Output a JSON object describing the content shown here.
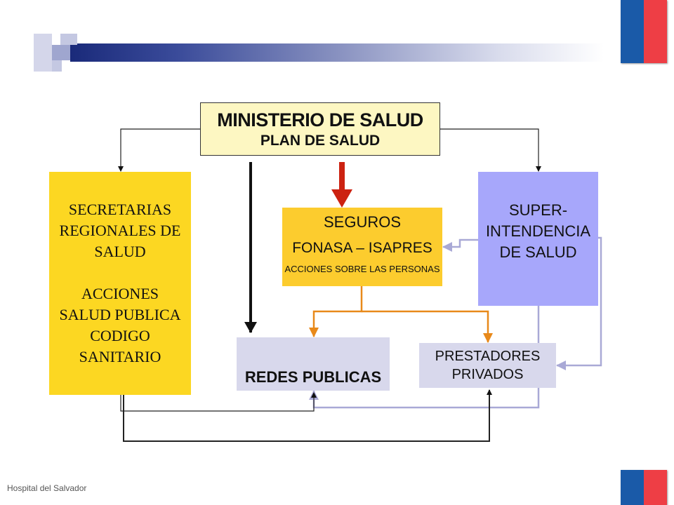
{
  "ministerio": {
    "line1": "MINISTERIO DE SALUD",
    "line2": "PLAN DE SALUD"
  },
  "secretarias": {
    "lines": [
      "SECRETARIAS",
      "REGIONALES DE",
      "SALUD"
    ],
    "actions": [
      "ACCIONES",
      "SALUD PUBLICA",
      "CODIGO",
      "SANITARIO"
    ]
  },
  "seguros": {
    "title": "SEGUROS",
    "subtitle": "FONASA – ISAPRES",
    "note": "ACCIONES SOBRE LAS PERSONAS"
  },
  "superintendencia": {
    "lines": [
      "SUPER-",
      "INTENDENCIA",
      "DE SALUD"
    ]
  },
  "redes": {
    "label": "REDES PUBLICAS"
  },
  "prestadores": {
    "lines": [
      "PRESTADORES",
      "PRIVADOS"
    ]
  },
  "footer": {
    "text": "Hospital del Salvador"
  },
  "colors": {
    "ministerio_fill": "#fdf7c2",
    "secretarias_fill": "#fcd722",
    "seguros_fill": "#fccc2e",
    "super_fill": "#a7a7fb",
    "redes_fill": "#d8d8ec",
    "arrow_red": "#cc2211",
    "arrow_orange": "#e8891a",
    "arrow_lavender": "#a9a9d6",
    "flag_blue": "#1a5aa8",
    "flag_red": "#ee3e45"
  }
}
